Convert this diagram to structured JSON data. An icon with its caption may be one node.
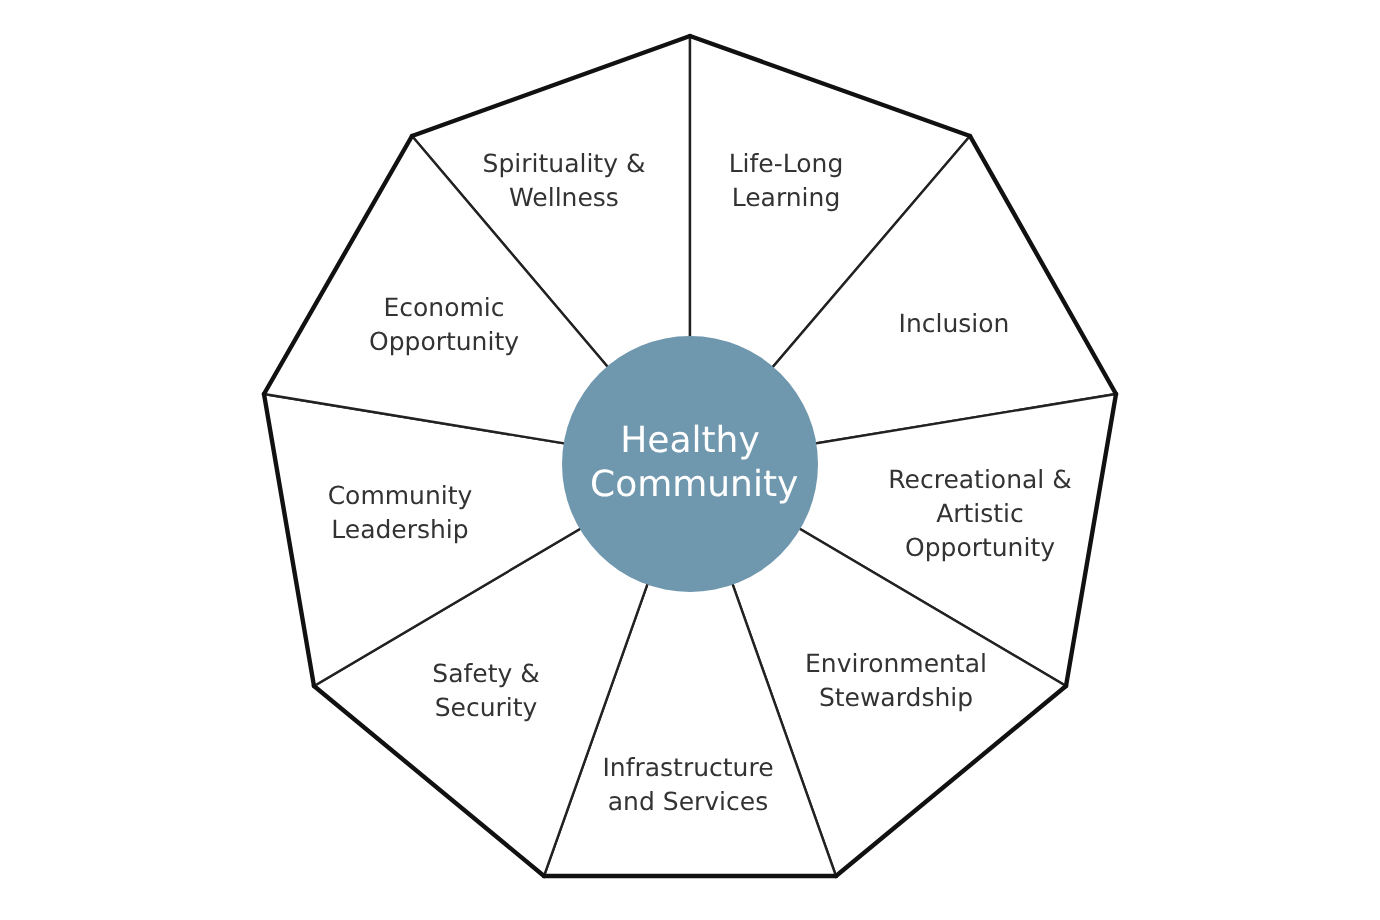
{
  "diagram": {
    "nodes": [
      {
        "text": [
          "Healthy Community"
        ]
      },
      {
        "text": [
          "Spirituality & Wellness"
        ]
      },
      {
        "text": [
          "Life-Long Learning"
        ]
      },
      {
        "text": [
          "Inclusion"
        ]
      },
      {
        "text": [
          "Recreational & Artistic Opportunity"
        ]
      },
      {
        "text": [
          "Environmental Stewardship"
        ]
      },
      {
        "text": [
          "Infrastructure and Services"
        ]
      },
      {
        "text": [
          "Safety & Security"
        ]
      },
      {
        "text": [
          "Community Leadership"
        ]
      },
      {
        "text": [
          "Economic Opportunity"
        ]
      }
    ]
  }
}
